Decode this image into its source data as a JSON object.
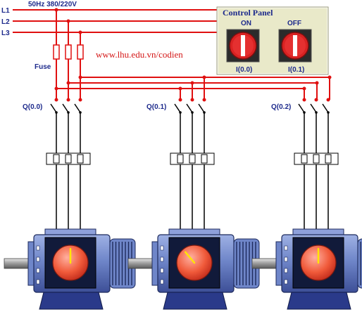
{
  "supply": {
    "lines": [
      "L1",
      "L2",
      "L3"
    ],
    "rating": "50Hz 380/220V",
    "fuse_label": "Fuse"
  },
  "watermark": "www.lhu.edu.vn/codien",
  "control_panel": {
    "title": "Control Panel",
    "on_label": "ON",
    "off_label": "OFF",
    "on_address": "I(0.0)",
    "off_address": "I(0.1)"
  },
  "motors": [
    {
      "switch_label": "Q(0.0)"
    },
    {
      "switch_label": "Q(0.1)"
    },
    {
      "switch_label": "Q(0.2)"
    }
  ],
  "colors": {
    "bus_red": "#e01010",
    "wire": "#000000",
    "label_blue": "#1d2a8c",
    "panel_bg": "#e9e9c9",
    "button_red": "#d92222",
    "motor_blue": "#6f86c9",
    "motor_base": "#2a3a8a"
  }
}
